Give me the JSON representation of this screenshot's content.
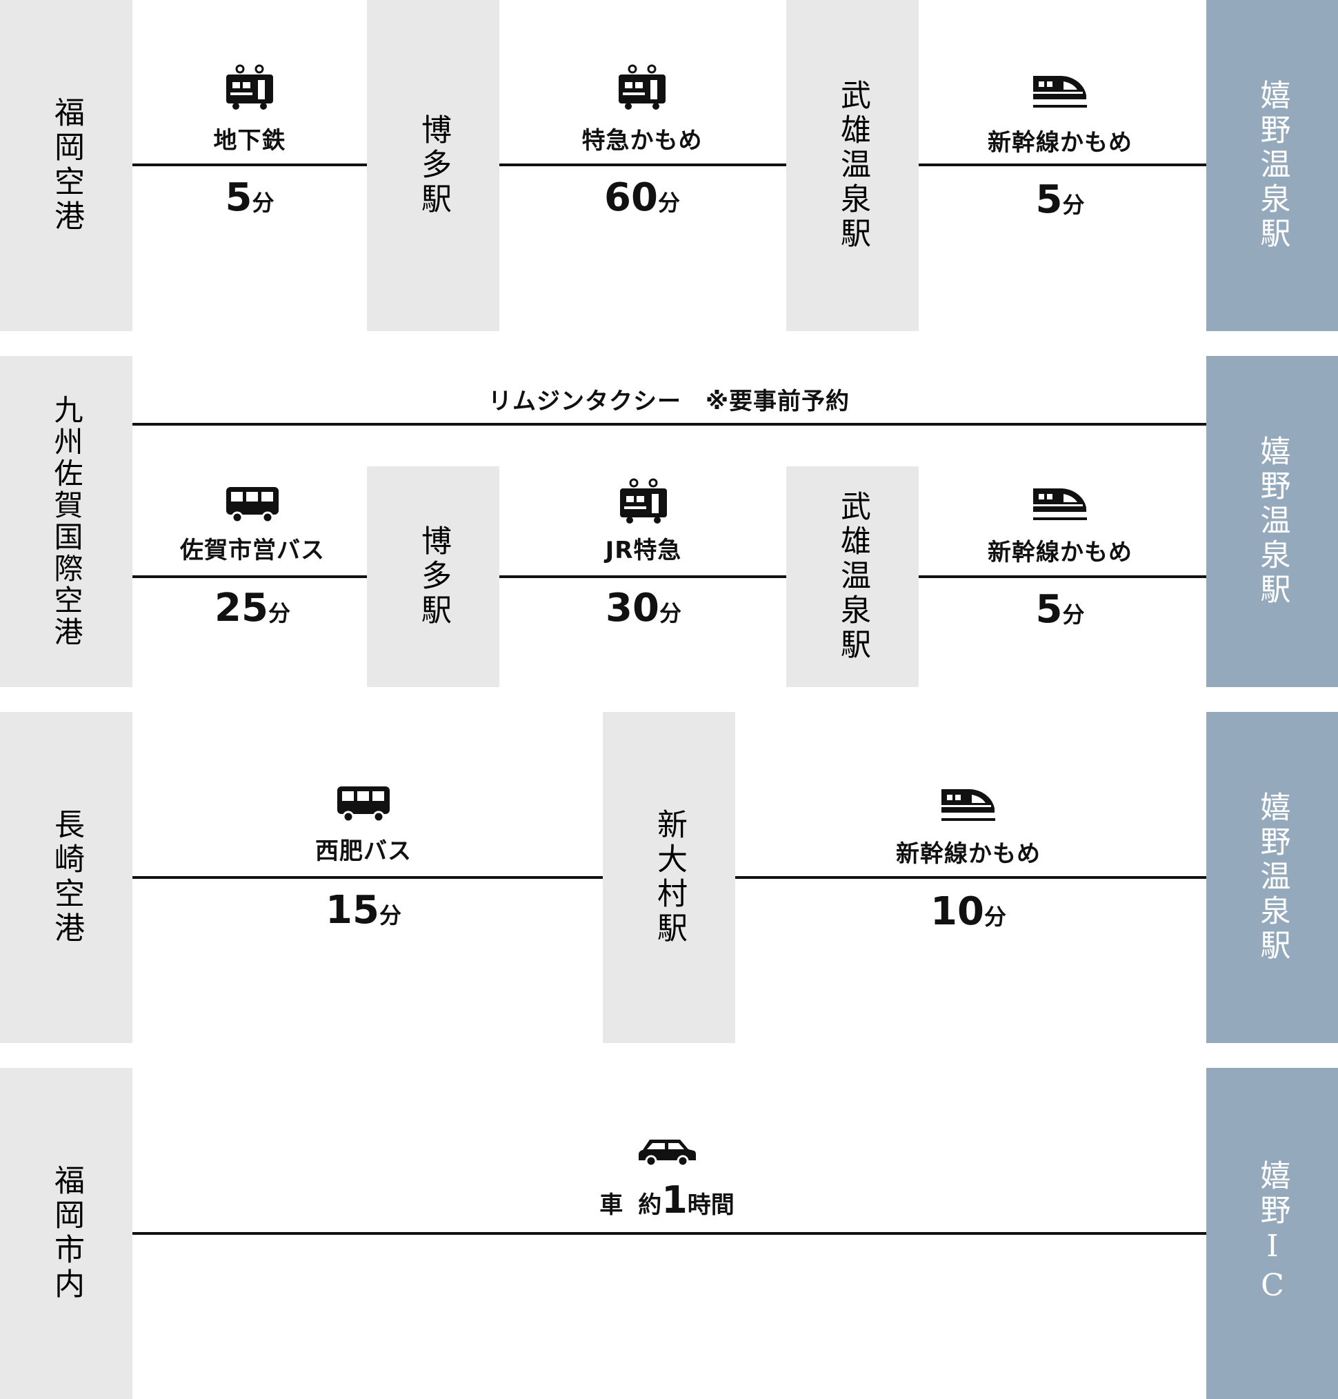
{
  "routes": [
    {
      "origin": "福岡空港",
      "destination": "嬉野温泉駅",
      "stations": [
        "博多駅",
        "武雄温泉駅"
      ],
      "legs": [
        {
          "icon": "train-icon",
          "mode": "地下鉄",
          "time": "5",
          "unit": "分"
        },
        {
          "icon": "train-icon",
          "mode": "特急かもめ",
          "time": "60",
          "unit": "分"
        },
        {
          "icon": "shinkansen-icon",
          "mode": "新幹線かもめ",
          "time": "5",
          "unit": "分"
        }
      ]
    },
    {
      "origin": "九州佐賀国際空港",
      "destination": "嬉野温泉駅",
      "taxi_label": "リムジンタクシー　※要事前予約",
      "stations": [
        "博多駅",
        "武雄温泉駅"
      ],
      "legs": [
        {
          "icon": "bus-icon",
          "mode": "佐賀市営バス",
          "time": "25",
          "unit": "分"
        },
        {
          "icon": "train-icon",
          "mode": "JR特急",
          "time": "30",
          "unit": "分"
        },
        {
          "icon": "shinkansen-icon",
          "mode": "新幹線かもめ",
          "time": "5",
          "unit": "分"
        }
      ]
    },
    {
      "origin": "長崎空港",
      "destination": "嬉野温泉駅",
      "stations": [
        "新大村駅"
      ],
      "legs": [
        {
          "icon": "bus-icon",
          "mode": "西肥バス",
          "time": "15",
          "unit": "分"
        },
        {
          "icon": "shinkansen-icon",
          "mode": "新幹線かもめ",
          "time": "10",
          "unit": "分"
        }
      ]
    },
    {
      "origin": "福岡市内",
      "destination": "嬉野IC",
      "car": {
        "icon": "car-icon",
        "mode": "車",
        "prefix": "約",
        "time": "1",
        "unit": "時間"
      }
    }
  ],
  "colors": {
    "station_bg": "#e8e8e8",
    "destination_bg": "#95a9bd",
    "line": "#111111"
  }
}
